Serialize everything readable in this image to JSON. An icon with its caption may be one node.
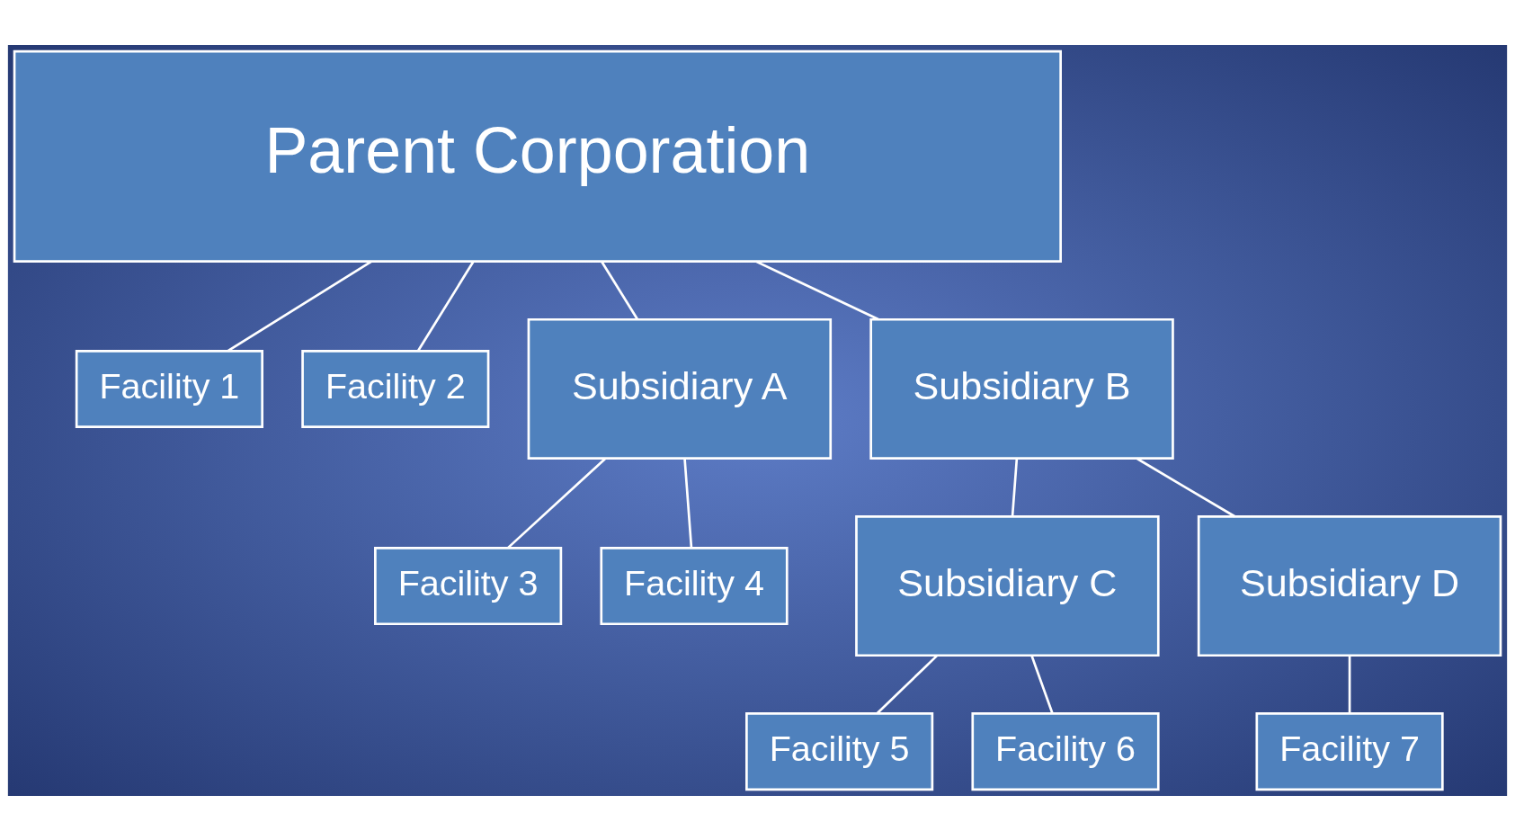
{
  "diagram": {
    "nodes": [
      {
        "text": [
          "Parent Corporation"
        ]
      },
      {
        "text": [
          "Facility 1"
        ]
      },
      {
        "text": [
          "Facility 2"
        ]
      },
      {
        "text": [
          "Subsidiary A"
        ]
      },
      {
        "text": [
          "Subsidiary B"
        ]
      },
      {
        "text": [
          "Facility 3"
        ]
      },
      {
        "text": [
          "Facility 4"
        ]
      },
      {
        "text": [
          "Subsidiary C"
        ]
      },
      {
        "text": [
          "Subsidiary D"
        ]
      },
      {
        "text": [
          "Facility 5"
        ]
      },
      {
        "text": [
          "Facility 6"
        ]
      },
      {
        "text": [
          "Facility 7"
        ]
      }
    ],
    "edges": [
      {
        "from": 0,
        "to": 1,
        "arrow": "none"
      },
      {
        "from": 0,
        "to": 2,
        "arrow": "none"
      },
      {
        "from": 0,
        "to": 3,
        "arrow": "none"
      },
      {
        "from": 0,
        "to": 4,
        "arrow": "none"
      },
      {
        "from": 3,
        "to": 5,
        "arrow": "none"
      },
      {
        "from": 3,
        "to": 6,
        "arrow": "none"
      },
      {
        "from": 4,
        "to": 7,
        "arrow": "none"
      },
      {
        "from": 4,
        "to": 8,
        "arrow": "none"
      },
      {
        "from": 7,
        "to": 9,
        "arrow": "none"
      },
      {
        "from": 7,
        "to": 10,
        "arrow": "none"
      },
      {
        "from": 8,
        "to": 11,
        "arrow": "none"
      }
    ]
  }
}
